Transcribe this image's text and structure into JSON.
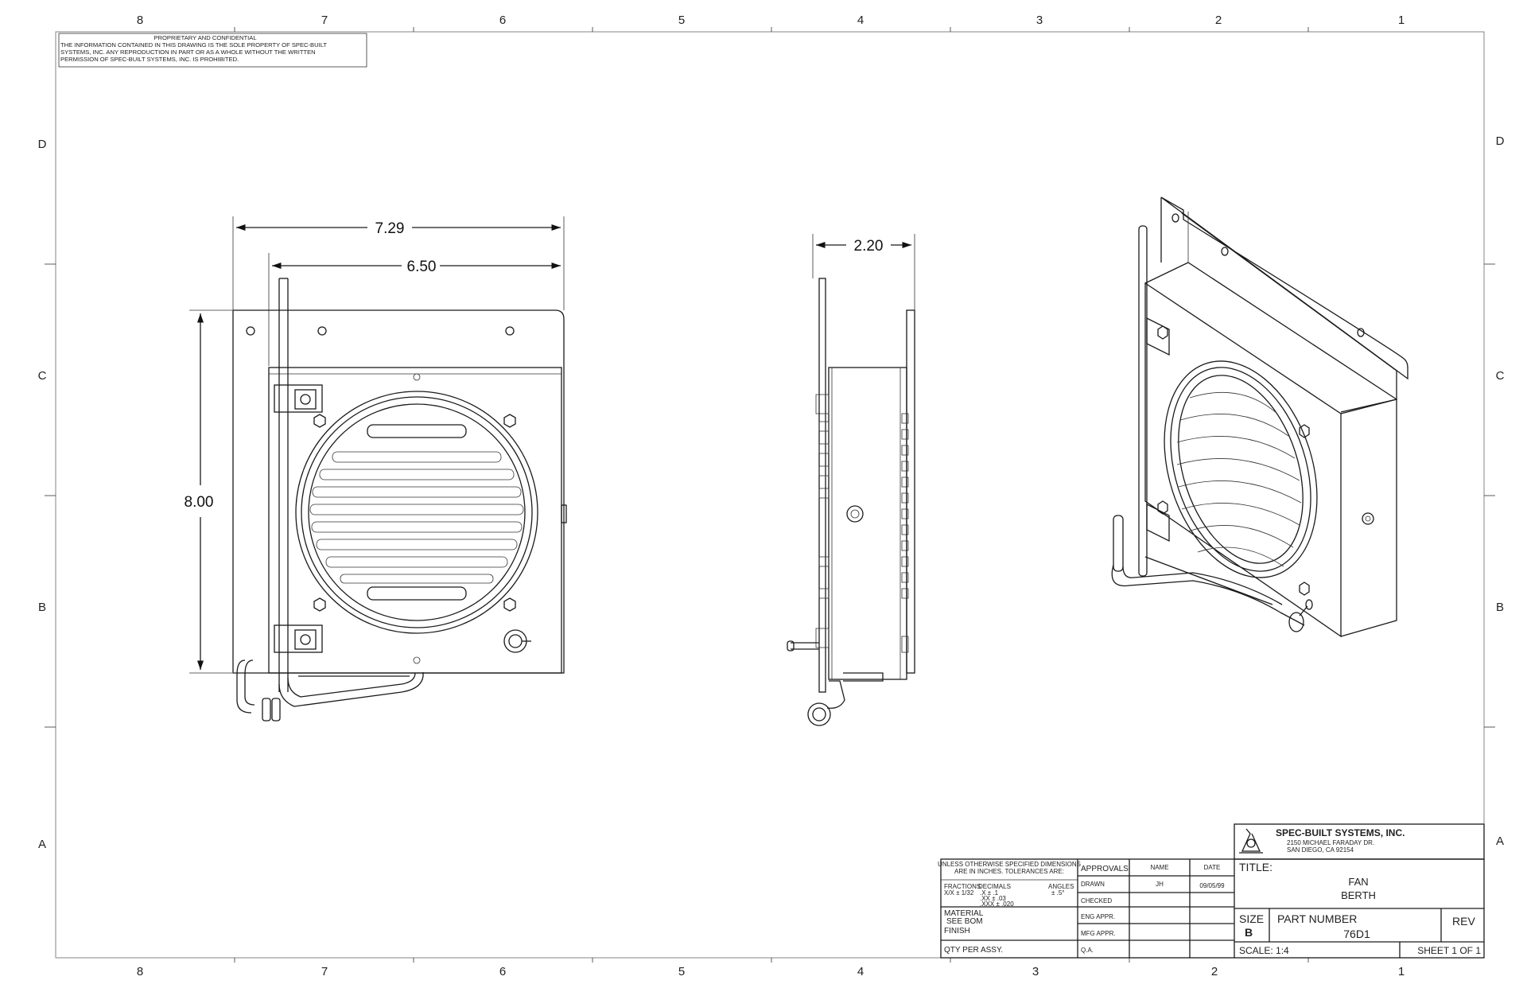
{
  "zones": {
    "columns": [
      "8",
      "7",
      "6",
      "5",
      "4",
      "3",
      "2",
      "1"
    ],
    "rows": [
      "D",
      "C",
      "B",
      "A"
    ]
  },
  "notice": {
    "title": "PROPRIETARY AND CONFIDENTIAL",
    "line1": "THE INFORMATION CONTAINED IN THIS DRAWING IS THE SOLE PROPERTY OF SPEC-BUILT",
    "line2": "SYSTEMS, INC.  ANY REPRODUCTION IN PART OR AS A WHOLE WITHOUT THE WRITTEN",
    "line3": "PERMISSION OF SPEC-BUILT SYSTEMS, INC. IS PROHIBITED."
  },
  "dimensions": {
    "overall_width": "7.29",
    "body_width": "6.50",
    "height": "8.00",
    "depth": "2.20"
  },
  "title_block": {
    "company": "SPEC-BUILT SYSTEMS, INC.",
    "address1": "2150 MICHAEL FARADAY DR.",
    "address2": "SAN DIEGO, CA 92154",
    "tolerance_note1": "UNLESS OTHERWISE SPECIFIED DIMENSIONS",
    "tolerance_note2": "ARE IN INCHES.  TOLERANCES ARE:",
    "fractions_label": "FRACTIONS",
    "fractions_value": "X/X ± 1/32",
    "decimals_label": "DECIMALS",
    "decimals_x": ".X    ± .1",
    "decimals_xx": ".XX   ± .03",
    "decimals_xxx": ".XXX ± .020",
    "angles_label": "ANGLES",
    "angles_value": "± .5°",
    "material_label": "MATERIAL",
    "material_value": "SEE BOM",
    "finish_label": "FINISH",
    "qty_label": "QTY PER ASSY.",
    "approvals": "APPROVALS",
    "name_hdr": "NAME",
    "date_hdr": "DATE",
    "drawn": "DRAWN",
    "drawn_name": "JH",
    "drawn_date": "09/05/99",
    "checked": "CHECKED",
    "eng_appr": "ENG APPR.",
    "mfg_appr": "MFG APPR.",
    "qa": "Q.A.",
    "title_label": "TITLE:",
    "title_line1": "FAN",
    "title_line2": "BERTH",
    "size_label": "SIZE",
    "size_value": "B",
    "part_number_label": "PART NUMBER",
    "part_number_value": "76D1",
    "rev_label": "REV",
    "scale": "SCALE: 1:4",
    "sheet": "SHEET 1 OF 1"
  }
}
